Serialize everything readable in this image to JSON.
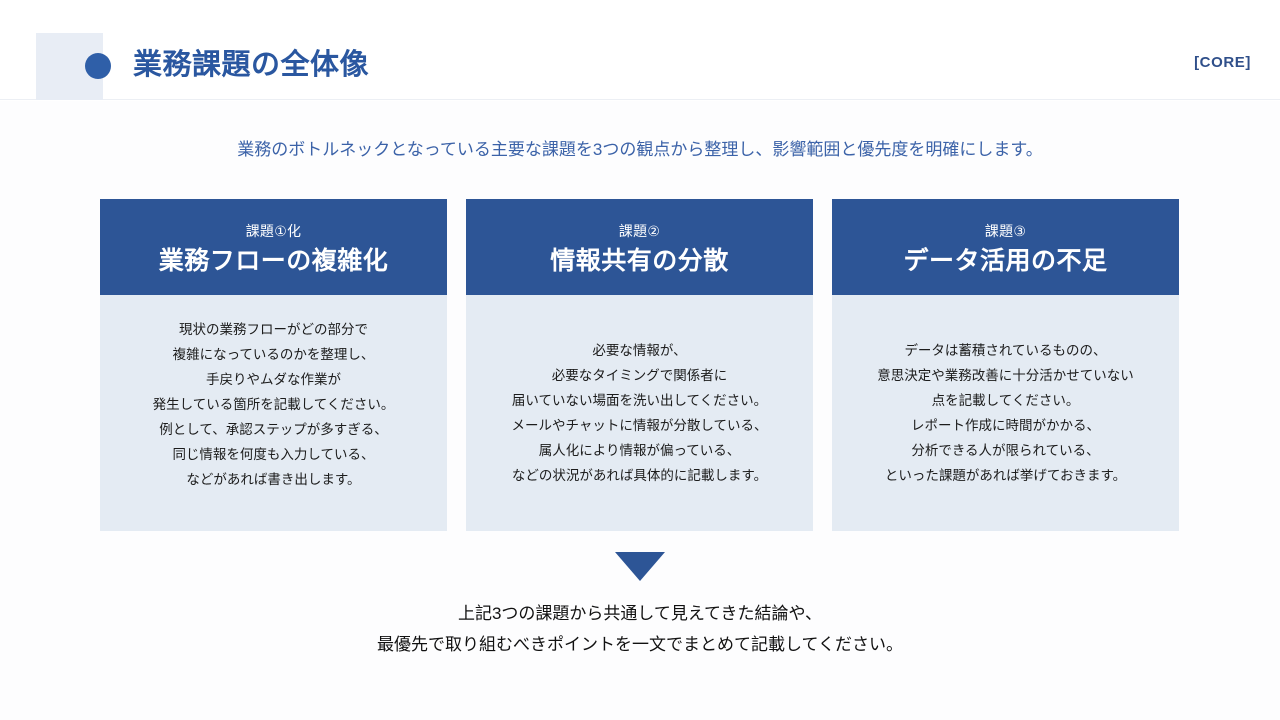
{
  "header": {
    "title": "業務課題の全体像",
    "tag": "[CORE]",
    "accent_color": "#2f5fa8",
    "title_color": "#2a57a0"
  },
  "subtitle": "業務のボトルネックとなっている主要な課題を3つの観点から整理し、影響範囲と優先度を明確にします。",
  "cards": [
    {
      "kicker": "課題①化",
      "title": "業務フローの複雑化",
      "body": "現状の業務フローがどの部分で\n複雑になっているのかを整理し、\n手戻りやムダな作業が\n発生している箇所を記載してください。\n例として、承認ステップが多すぎる、\n同じ情報を何度も入力している、\nなどがあれば書き出します。"
    },
    {
      "kicker": "課題②",
      "title": "情報共有の分散",
      "body": "必要な情報が、\n必要なタイミングで関係者に\n届いていない場面を洗い出してください。\nメールやチャットに情報が分散している、\n属人化により情報が偏っている、\nなどの状況があれば具体的に記載します。"
    },
    {
      "kicker": "課題③",
      "title": "データ活用の不足",
      "body": "データは蓄積されているものの、\n意思決定や業務改善に十分活かせていない\n点を記載してください。\nレポート作成に時間がかかる、\n分析できる人が限られている、\nといった課題があれば挙げておきます。"
    }
  ],
  "conclusion": "上記3つの課題から共通して見えてきた結論や、\n最優先で取り組むべきポイントを一文でまとめて記載してください。",
  "colors": {
    "card_header": "#2d5596",
    "card_body": "#e4ebf3",
    "arrow": "#2d5596"
  }
}
